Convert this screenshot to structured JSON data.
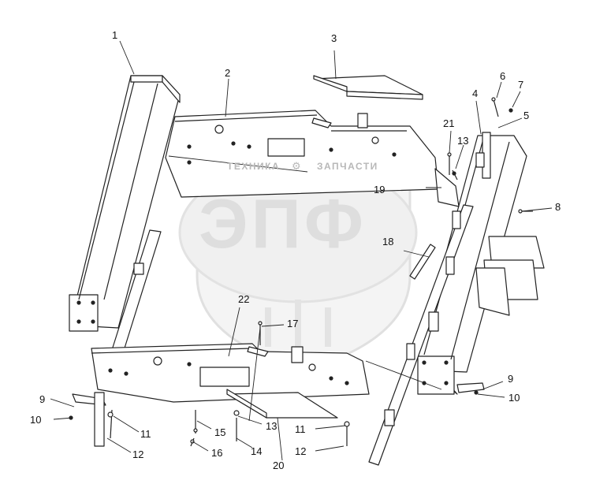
{
  "watermark": {
    "left_text": "ТЕХНИКА",
    "right_text": "ЗАПЧАСТИ",
    "gear_icon": "gear-icon",
    "big_text": "ЭПФ",
    "color_shield": "#e6e6e6",
    "color_text": "#b8b8b8"
  },
  "callouts": [
    {
      "id": "label-1",
      "text": "1"
    },
    {
      "id": "label-2",
      "text": "2"
    },
    {
      "id": "label-3",
      "text": "3"
    },
    {
      "id": "label-4",
      "text": "4"
    },
    {
      "id": "label-5",
      "text": "5"
    },
    {
      "id": "label-6",
      "text": "6"
    },
    {
      "id": "label-7",
      "text": "7"
    },
    {
      "id": "label-8",
      "text": "8"
    },
    {
      "id": "label-9a",
      "text": "9"
    },
    {
      "id": "label-10a",
      "text": "10"
    },
    {
      "id": "label-9b",
      "text": "9"
    },
    {
      "id": "label-10b",
      "text": "10"
    },
    {
      "id": "label-11a",
      "text": "11"
    },
    {
      "id": "label-12a",
      "text": "12"
    },
    {
      "id": "label-11b",
      "text": "11"
    },
    {
      "id": "label-12b",
      "text": "12"
    },
    {
      "id": "label-13a",
      "text": "13"
    },
    {
      "id": "label-13b",
      "text": "13"
    },
    {
      "id": "label-14",
      "text": "14"
    },
    {
      "id": "label-15",
      "text": "15"
    },
    {
      "id": "label-16",
      "text": "16"
    },
    {
      "id": "label-17",
      "text": "17"
    },
    {
      "id": "label-18",
      "text": "18"
    },
    {
      "id": "label-19",
      "text": "19"
    },
    {
      "id": "label-20",
      "text": "20"
    },
    {
      "id": "label-21",
      "text": "21"
    },
    {
      "id": "label-22",
      "text": "22"
    }
  ]
}
